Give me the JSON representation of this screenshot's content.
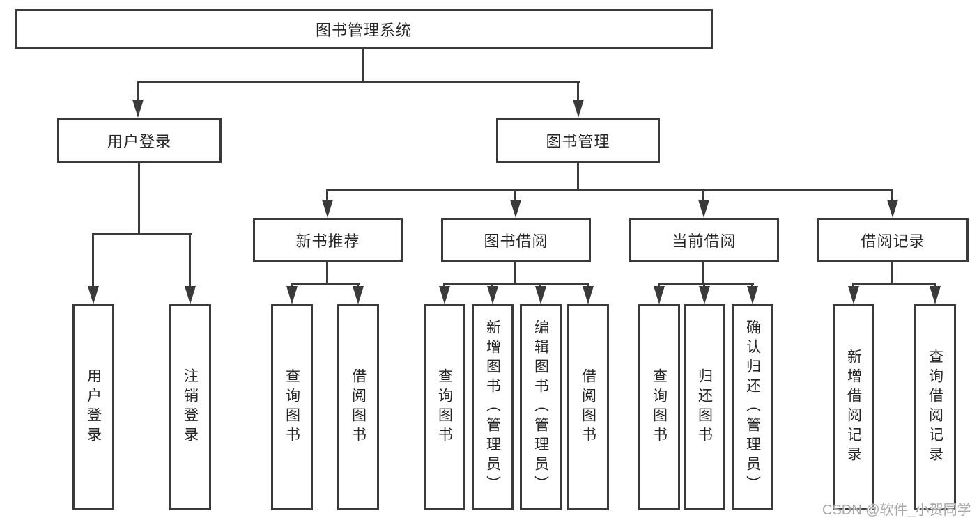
{
  "tree": {
    "root": {
      "label": "图书管理系统"
    },
    "user_login": {
      "label": "用户登录",
      "leaves": [
        {
          "label": "用户登录"
        },
        {
          "label": "注销登录"
        }
      ]
    },
    "book_management": {
      "label": "图书管理",
      "groups": [
        {
          "label": "新书推荐",
          "leaves": [
            {
              "label": "查询图书"
            },
            {
              "label": "借阅图书"
            }
          ]
        },
        {
          "label": "图书借阅",
          "leaves": [
            {
              "label": "查询图书"
            },
            {
              "label": "新增图书（管理员）"
            },
            {
              "label": "编辑图书（管理员）"
            },
            {
              "label": "借阅图书"
            }
          ]
        },
        {
          "label": "当前借阅",
          "leaves": [
            {
              "label": "查询图书"
            },
            {
              "label": "归还图书"
            },
            {
              "label": "确认归还（管理员）"
            }
          ]
        },
        {
          "label": "借阅记录",
          "leaves": [
            {
              "label": "新增借阅记录"
            },
            {
              "label": "查询借阅记录"
            }
          ]
        }
      ]
    }
  },
  "watermark": {
    "text": "CSDN @软件_小贺同学"
  },
  "colors": {
    "line": "#3a3a3a",
    "text": "#262626",
    "watermark": "#a8a8a8",
    "background": "#ffffff"
  }
}
